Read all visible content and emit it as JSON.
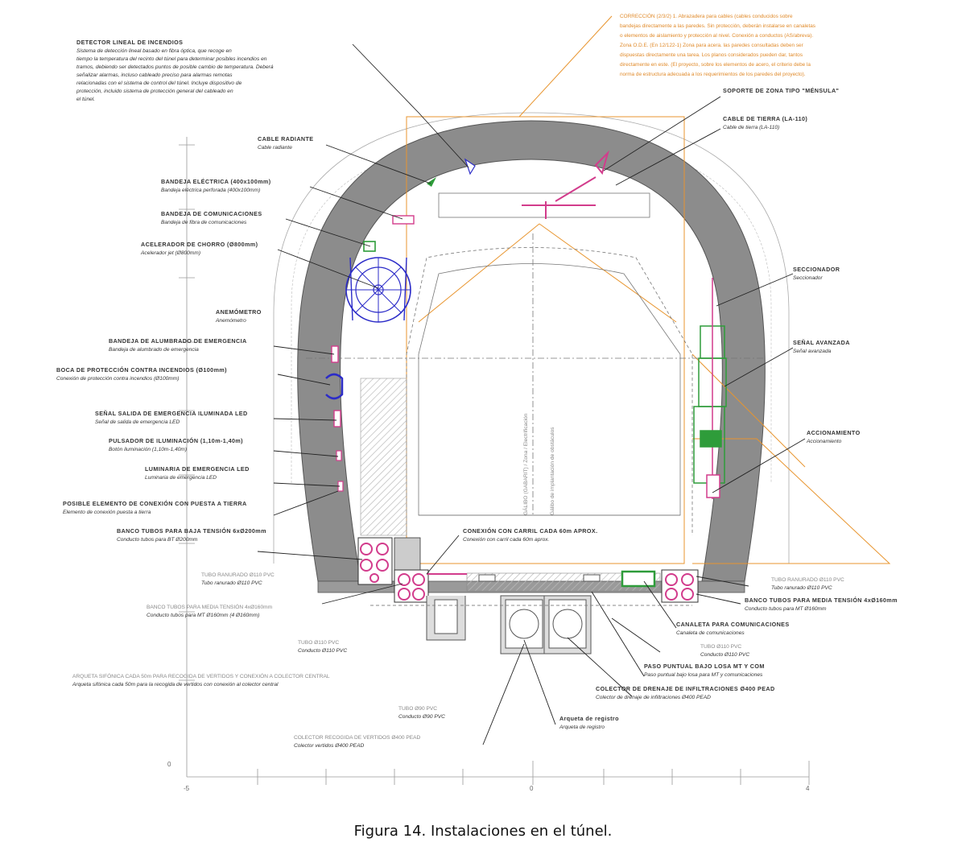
{
  "caption": "Figura 14. Instalaciones en el túnel.",
  "axis": {
    "x_ticks": [
      "-5",
      "0",
      "4"
    ],
    "y_ticks": [
      "0"
    ]
  },
  "orange_note": [
    "CORRECCIÓN (2/3/2) 1. Abrazadera para cables (cables conducidos sobre",
    "bandejas directamente a las paredes. Sin protección, deberán instalarse en canaletas",
    "o elementos de aislamiento y protección al nivel. Conexión a conductos (AS/abreva).",
    "Zona O.D.E. (En 12/122-1) Zona para acera. las paredes consultadas deben ser",
    "dispuestas directamente una tarea. Los planos considerados pueden dar, tantos",
    "directamente en este. (El proyecto, sobre los elementos de acero, el criterio debe la",
    "norma de estructura adecuada a los requerimientos de los paredes del proyecto)."
  ],
  "labels_left": [
    {
      "id": "detector",
      "title": "DETECTOR LINEAL DE INCENDIOS",
      "sub": [
        "Sistema de detección lineal basado en fibra óptica, que recoge en",
        "tiempo la temperatura del recinto del túnel para determinar posibles incendios en",
        "tramos, debiendo ser detectados puntos de posible cambio de temperatura. Deberá",
        "señalizar alarmas, incluso cableado preciso para alarmas remotas",
        "relacionadas con el sistema de control del túnel. Incluye dispositivo de",
        "protección, incluido sistema de protección general del cableado en",
        "el túnel."
      ]
    },
    {
      "id": "cable-radiante",
      "title": "CABLE RADIANTE",
      "sub": [
        "Cable radiante"
      ]
    },
    {
      "id": "bandeja-electrica",
      "title": "BANDEJA ELÉCTRICA (400x100mm)",
      "sub": [
        "Bandeja eléctrica perforada (400x100mm)"
      ]
    },
    {
      "id": "bandeja-comunicaciones",
      "title": "BANDEJA DE COMUNICACIONES",
      "sub": [
        "Bandeja de fibra de comunicaciones"
      ]
    },
    {
      "id": "acelerador",
      "title": "ACELERADOR DE CHORRO (Ø800mm)",
      "sub": [
        "Acelerador jet (Ø800mm)"
      ]
    },
    {
      "id": "anemometro",
      "title": "ANEMÓMETRO",
      "sub": [
        "Anemómetro"
      ]
    },
    {
      "id": "bandeja-alumbrado",
      "title": "BANDEJA DE ALUMBRADO DE EMERGENCIA",
      "sub": [
        "Bandeja de alumbrado de emergencia"
      ]
    },
    {
      "id": "boca-incendios",
      "title": "BOCA DE PROTECCIÓN CONTRA INCENDIOS (Ø100mm)",
      "sub": [
        "Conexión de protección contra incendios (Ø100mm)"
      ]
    },
    {
      "id": "senal-salida",
      "title": "SEÑAL SALIDA DE EMERGENCIA ILUMINADA LED",
      "sub": [
        "Señal de salida de emergencia LED"
      ]
    },
    {
      "id": "pulsador",
      "title": "PULSADOR DE ILUMINACIÓN (1,10m-1,40m)",
      "sub": [
        "Botón iluminación (1,10m-1,40m)"
      ]
    },
    {
      "id": "luminaria",
      "title": "LUMINARIA DE EMERGENCIA LED",
      "sub": [
        "Luminaria de emergencia LED"
      ]
    },
    {
      "id": "elemento-conexion",
      "title": "POSIBLE ELEMENTO DE CONEXIÓN CON PUESTA A TIERRA",
      "sub": [
        "Elemento de conexión puesta a tierra"
      ]
    },
    {
      "id": "banco-bt",
      "title": "BANCO TUBOS PARA BAJA TENSIÓN 6xØ200mm",
      "sub": [
        "Conducto tubos para BT Ø200mm"
      ]
    }
  ],
  "labels_right": [
    {
      "id": "soporte",
      "title": "SOPORTE DE ZONA TIPO \"MÉNSULA\"",
      "sub": []
    },
    {
      "id": "cable-tierra",
      "title": "CABLE DE TIERRA (LA-110)",
      "sub": [
        "Cable de tierra (LA-110)"
      ]
    },
    {
      "id": "seccionador",
      "title": "SECCIONADOR",
      "sub": [
        "Seccionador"
      ]
    },
    {
      "id": "senal-avanzada",
      "title": "SEÑAL AVANZADA",
      "sub": [
        "Señal avanzada"
      ]
    },
    {
      "id": "accionamiento",
      "title": "ACCIONAMIENTO",
      "sub": [
        "Accionamiento"
      ]
    },
    {
      "id": "tubo-ranurado-r",
      "title": "TUBO RANURADO Ø110 PVC",
      "sub": [
        "Tubo ranurado Ø110 PVC"
      ]
    },
    {
      "id": "banco-mt-r",
      "title": "BANCO TUBOS PARA MEDIA TENSIÓN 4xØ160mm",
      "sub": [
        "Conducto tubos para MT Ø160mm"
      ]
    },
    {
      "id": "canaleta",
      "title": "CANALETA PARA COMUNICACIONES",
      "sub": [
        "Canaleta de comunicaciones"
      ]
    },
    {
      "id": "tubo-pvc-r",
      "title": "TUBO Ø110 PVC",
      "sub": [
        "Conducto Ø110 PVC"
      ]
    },
    {
      "id": "paso-puntual",
      "title": "PASO PUNTUAL BAJO LOSA MT Y COM",
      "sub": [
        "Paso puntual bajo losa para MT y comunicaciones"
      ]
    },
    {
      "id": "colector-drenaje",
      "title": "COLECTOR DE DRENAJE DE INFILTRACIONES Ø400 PEAD",
      "sub": [
        "Colector de drenaje de infiltraciones Ø400 PEAD"
      ]
    },
    {
      "id": "arqueta-registro",
      "title": "Arqueta de registro",
      "sub": [
        "Arqueta de registro"
      ]
    }
  ],
  "labels_center": [
    {
      "id": "conexion-carril",
      "title": "CONEXIÓN CON CARRIL CADA 60m APROX.",
      "sub": [
        "Conexión con carril cada 60m aprox."
      ]
    }
  ],
  "labels_bottom": [
    {
      "id": "tubo-ranurado-l",
      "title": "TUBO RANURADO Ø110 PVC",
      "sub": [
        "Tubo ranurado Ø110 PVC"
      ]
    },
    {
      "id": "banco-mt-l",
      "title": "BANCO TUBOS PARA MEDIA TENSIÓN 4xØ160mm",
      "sub": [
        "Conducto tubos para MT Ø160mm (4 Ø160mm)"
      ]
    },
    {
      "id": "tubo-pvc-l",
      "title": "TUBO Ø110 PVC",
      "sub": [
        "Conducto Ø110 PVC"
      ]
    },
    {
      "id": "arqueta-sifonica",
      "title": "ARQUETA SIFÓNICA CADA 50m PARA RECOGIDA DE VERTIDOS Y CONEXIÓN A COLECTOR CENTRAL",
      "sub": [
        "Arqueta sifónica cada 50m para la recogida de vertidos con conexión al colector central"
      ]
    },
    {
      "id": "tubo-pvc-bottom",
      "title": "TUBO Ø90 PVC",
      "sub": [
        "Conducto Ø90 PVC"
      ]
    },
    {
      "id": "colector-vertidos",
      "title": "COLECTOR RECOGIDA DE VERTIDOS Ø400 PEAD",
      "sub": [
        "Colector vertidos Ø400 PEAD"
      ]
    }
  ],
  "vertical_text": [
    "GÁLIBO (GABARIT) / Zona / Electrificación",
    "Gálibo de implantación de obstáculos"
  ],
  "colors": {
    "lining": "#8c8c8c",
    "orange": "#e8952f",
    "magenta": "#d23c8c",
    "blue": "#2c2cc8",
    "green": "#2e9c3a"
  }
}
